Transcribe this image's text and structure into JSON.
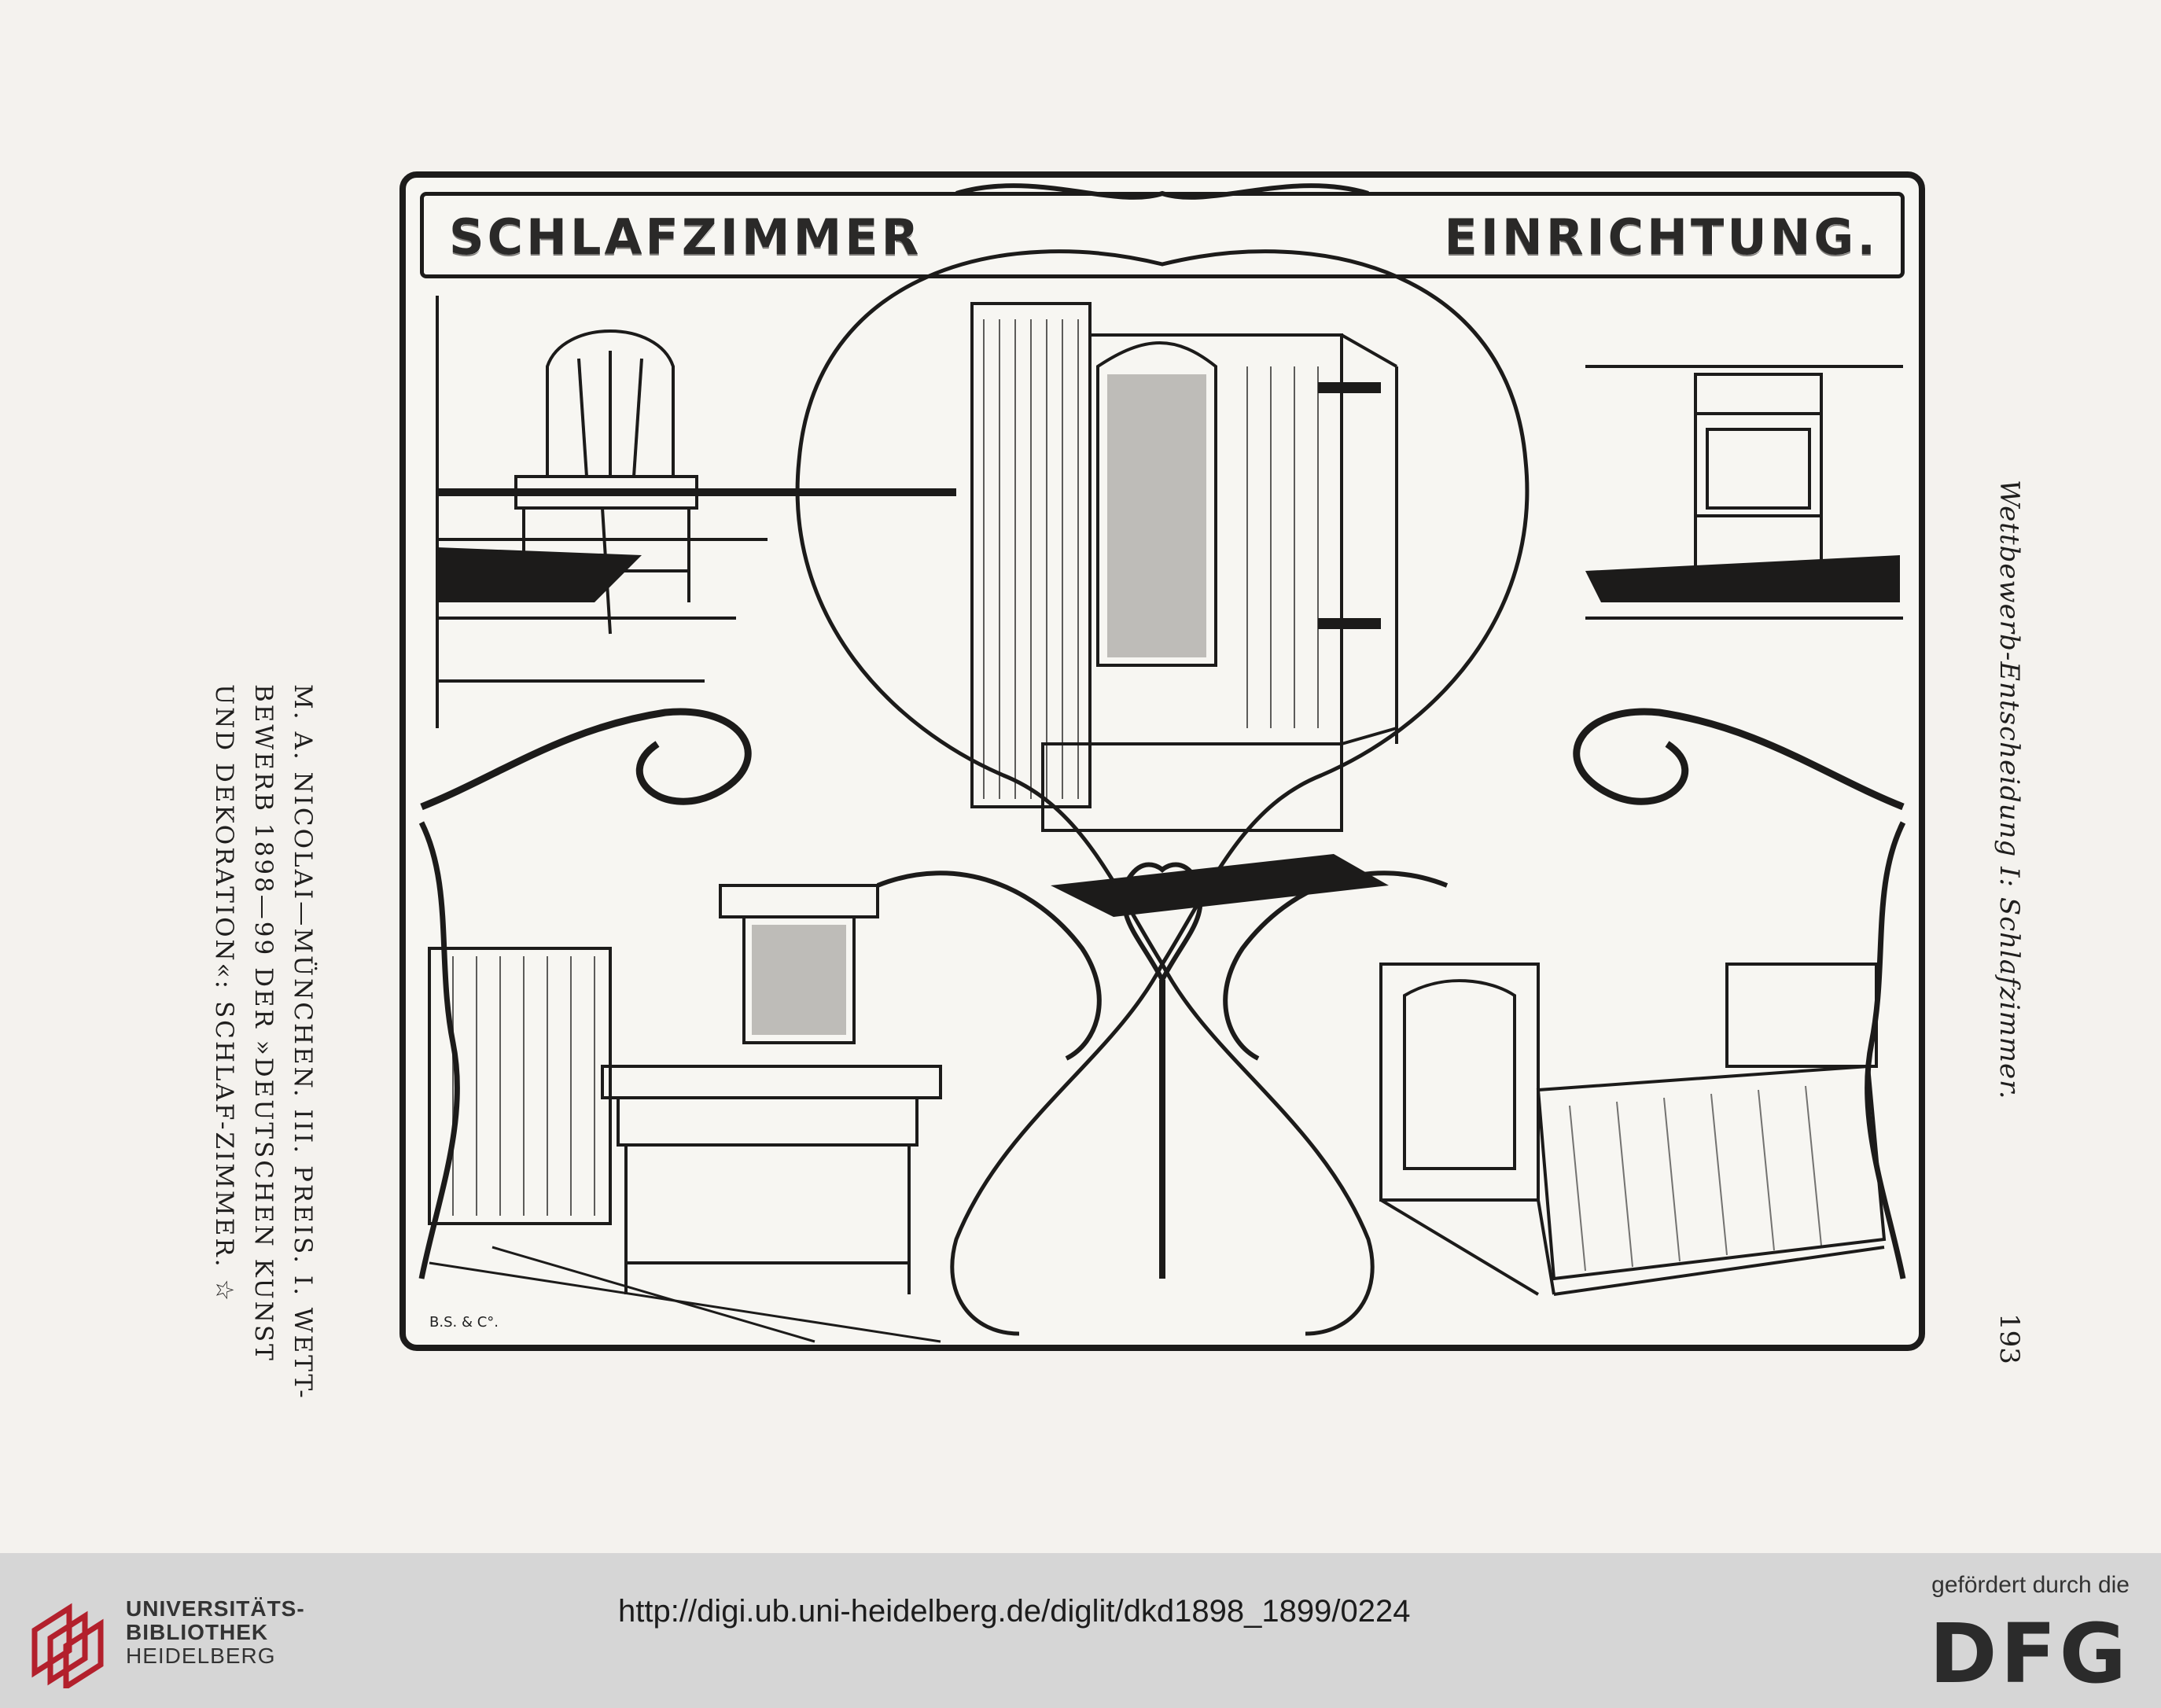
{
  "plate": {
    "title_left": "SCHLAFZIMMER",
    "title_right": "EINRICHTUNG.",
    "printer_mark": "B.S. & C°."
  },
  "caption": {
    "line1": "M. A. NICOLAI—MÜNCHEN. III. PREIS. I. WETT-",
    "line2": "BEWERB 1898—99 DER »DEUTSCHEN KUNST",
    "line3": "UND DEKORATION«: SCHLAF-ZIMMER. ☆"
  },
  "running_head": "Wettbewerb-Entscheidung I: Schlafzimmer.",
  "page_number": "193",
  "footer": {
    "library_line1": "UNIVERSITÄTS-",
    "library_line2": "BIBLIOTHEK",
    "library_line3": "HEIDELBERG",
    "url": "http://digi.ub.uni-heidelberg.de/diglit/dkd1898_1899/0224",
    "funding_note": "gefördert durch die",
    "funder_logo": "DFG"
  },
  "colors": {
    "ink": "#1c1b1a",
    "paper": "#f4f2ee",
    "footer_bg": "#d6d6d6",
    "logo_red": "#b3202c"
  }
}
